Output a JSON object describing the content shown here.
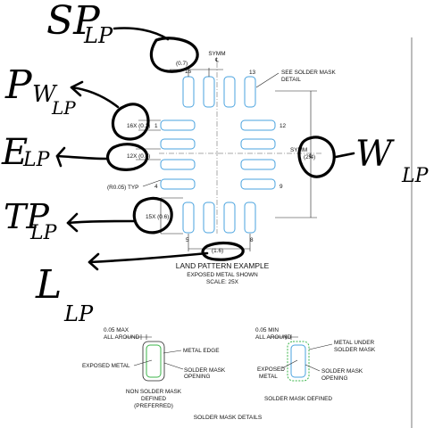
{
  "land_pattern": {
    "symm_top": "SYMM",
    "symm_right": "SYMM",
    "cl_glyph": "℄",
    "dim_pitch": "(0.7)",
    "dim_16x": "16X (0.2)",
    "dim_12x": "12X (0.4)",
    "dim_r": "(R0.05) TYP",
    "dim_15x": "15X (0.6)",
    "dim_width": "(2.4)",
    "dim_bottom": "(1.6)",
    "pin_1": "1",
    "pin_4": "4",
    "pin_5": "5",
    "pin_8": "8",
    "pin_9": "9",
    "pin_12": "12",
    "pin_13": "13",
    "pin_16": "16",
    "note_line1": "SEE SOLDER MASK",
    "note_line2": "DETAIL",
    "title": "LAND PATTERN EXAMPLE",
    "subtitle": "EXPOSED METAL SHOWN",
    "scale": "SCALE: 25X"
  },
  "details": {
    "left": {
      "clearance_line1": "0.05 MAX",
      "clearance_line2": "ALL AROUND",
      "metal_edge": "METAL EDGE",
      "exposed_metal": "EXPOSED METAL",
      "mask_opening_1": "SOLDER MASK",
      "mask_opening_2": "OPENING",
      "caption_1": "NON SOLDER MASK",
      "caption_2": "DEFINED",
      "caption_3": "(PREFERRED)"
    },
    "right": {
      "clearance_line1": "0.05 MIN",
      "clearance_line2": "ALL AROUND",
      "metal_under_1": "METAL UNDER",
      "metal_under_2": "SOLDER MASK",
      "exposed_1": "EXPOSED",
      "exposed_2": "METAL",
      "mask_opening_1": "SOLDER MASK",
      "mask_opening_2": "OPENING",
      "caption": "SOLDER MASK DEFINED"
    },
    "footer": "SOLDER MASK DETAILS"
  },
  "handwriting": {
    "sp": "SP",
    "sp_sub": "LP",
    "pw": "P",
    "pw_sub": "W",
    "pw_sub2": "LP",
    "e": "E",
    "e_sub": "LP",
    "tp": "TP",
    "tp_sub": "LP",
    "l": "L",
    "l_sub": "LP",
    "w": "W",
    "w_sub": "LP"
  }
}
